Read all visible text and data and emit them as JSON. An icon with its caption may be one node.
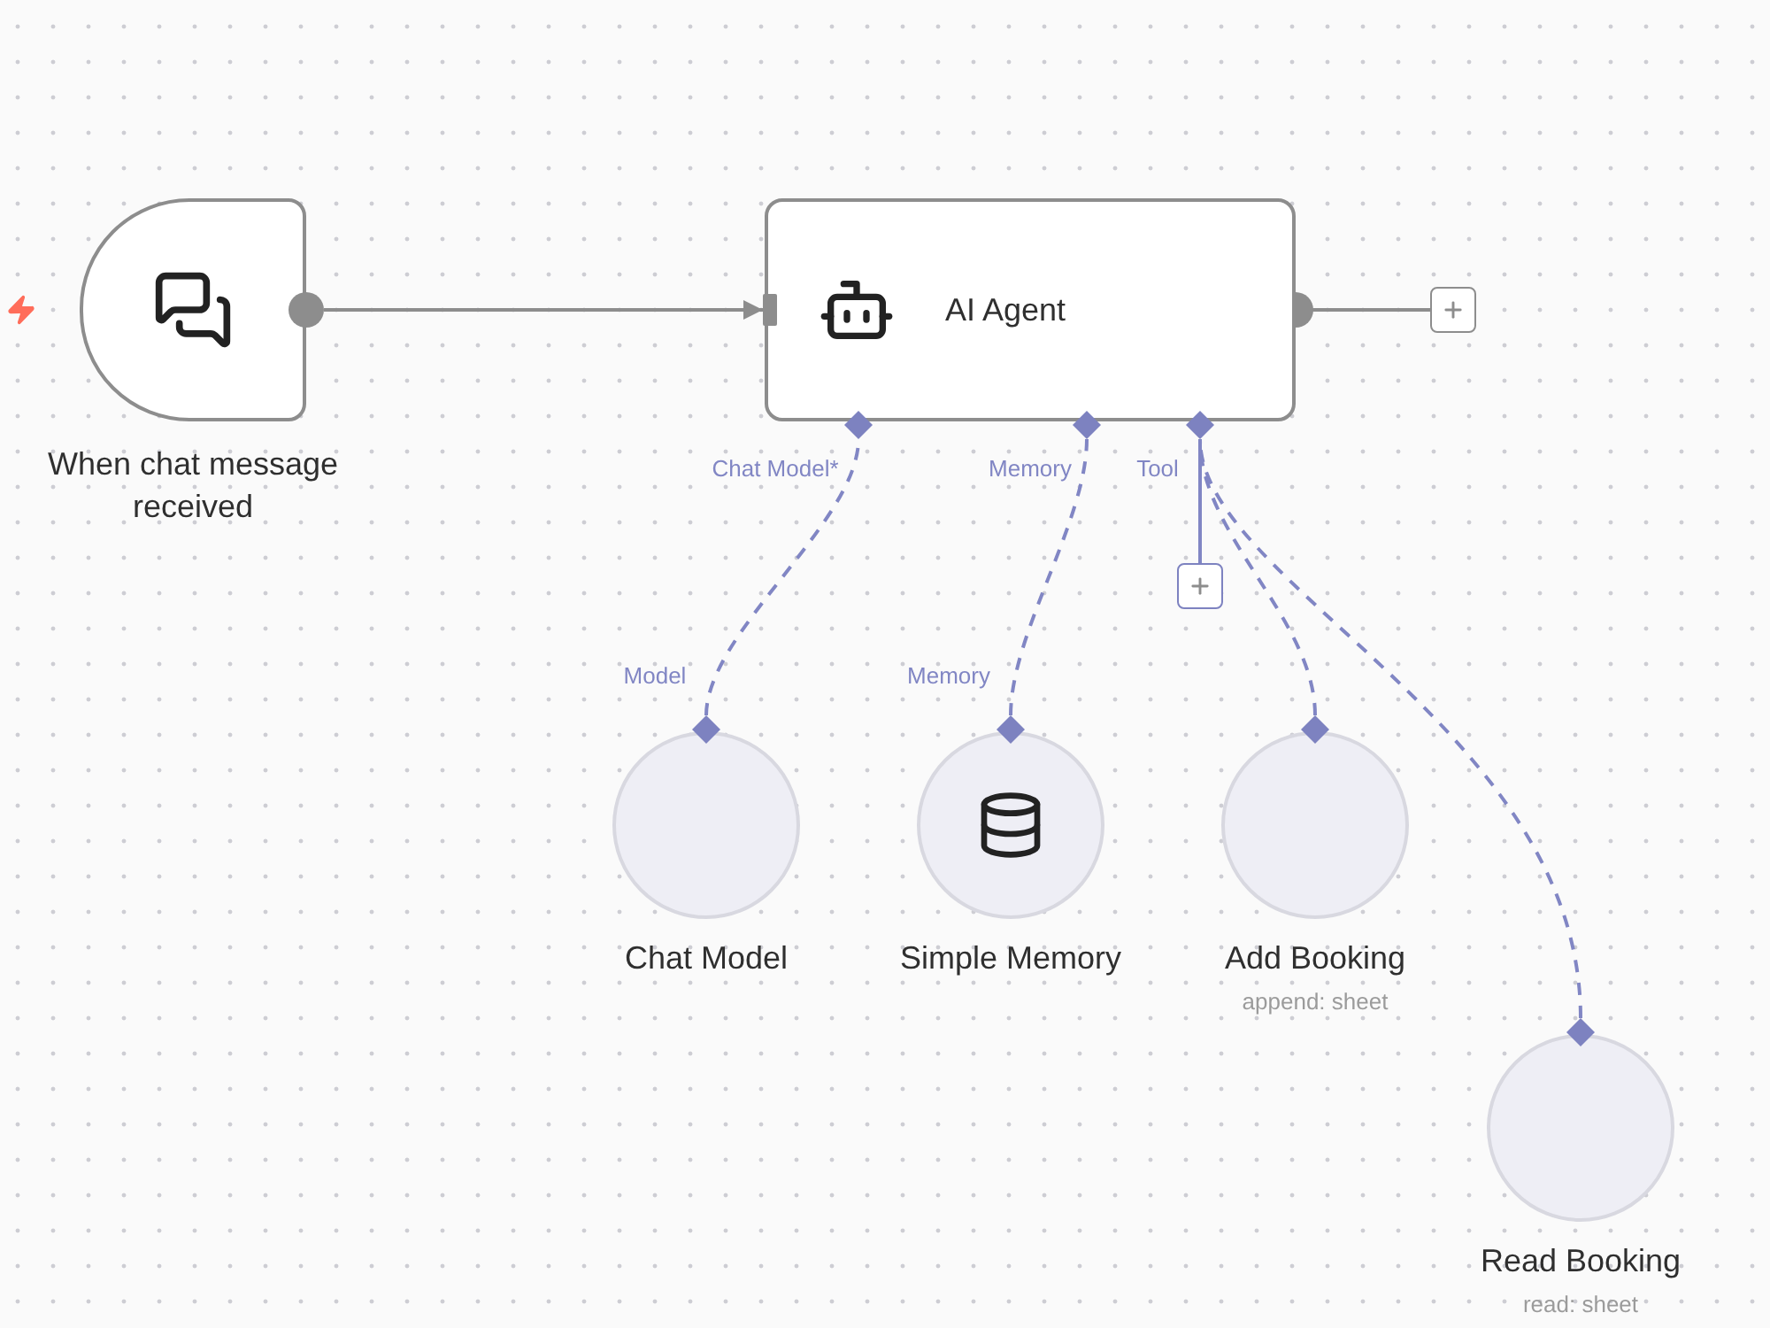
{
  "diagram": {
    "nodes": [
      {
        "text": [
          "When chat message received"
        ]
      },
      {
        "text": [
          "AI Agent"
        ]
      },
      {
        "text": [],
        "shape": "box"
      },
      {
        "text": [
          "Chat Model"
        ]
      },
      {
        "text": [
          "Simple Memory"
        ]
      },
      {
        "text": [
          "Add Booking",
          "append: sheet"
        ]
      },
      {
        "text": [
          "Read Booking",
          "read: sheet"
        ]
      },
      {
        "text": [],
        "shape": "box"
      }
    ],
    "edges": [
      {
        "from": 0,
        "to": 1,
        "arrow": "to",
        "color": "#8d8d8d"
      },
      {
        "from": 1,
        "to": 2,
        "arrow": "other",
        "color": "#8d8d8d"
      },
      {
        "from": 3,
        "to": 1,
        "arrow": "none",
        "style": "dashed"
      },
      {
        "from": 4,
        "to": 1,
        "arrow": "none",
        "style": "dashed"
      },
      {
        "from": 1,
        "to": 7,
        "arrow": "none"
      },
      {
        "from": 5,
        "to": 1,
        "arrow": "none",
        "style": "dashed"
      },
      {
        "from": 6,
        "to": 1,
        "arrow": "none",
        "style": "dashed"
      }
    ],
    "labels": [
      "Chat Model*",
      "Memory",
      "Tool",
      "Model",
      "Memory"
    ]
  }
}
